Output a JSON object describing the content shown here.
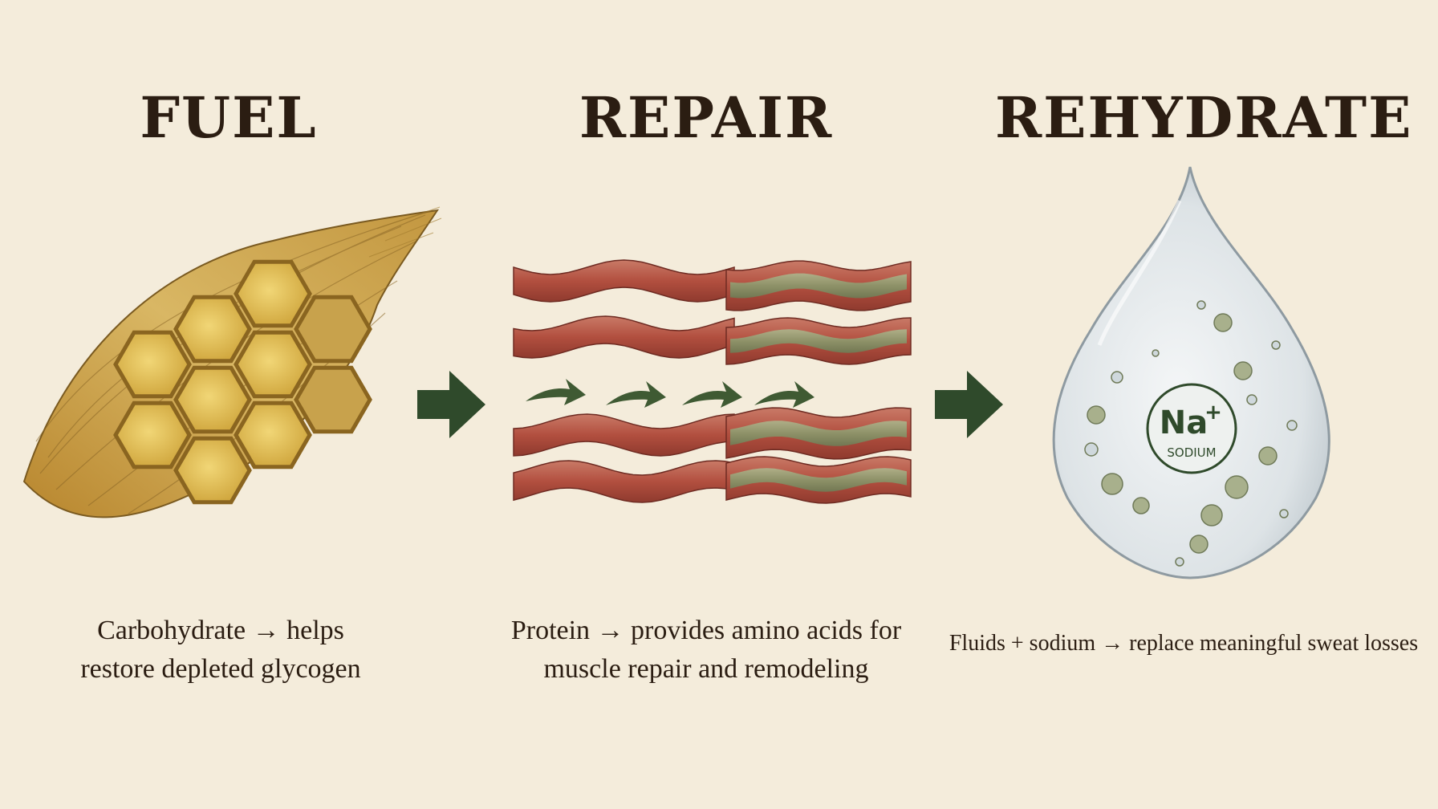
{
  "columns": [
    {
      "title": "FUEL",
      "caption": [
        "Carbohydrate → helps",
        "restore depleted glycogen"
      ],
      "illustration": "muscle-with-glycogen-honeycomb"
    },
    {
      "title": "REPAIR",
      "caption": [
        "Protein → provides amino acids for",
        "muscle repair and remodeling"
      ],
      "illustration": "muscle-fibers-repair"
    },
    {
      "title": "REHYDRATE",
      "caption": [
        "Fluids + sodium → replace meaningful sweat losses"
      ],
      "illustration": "water-drop-sodium"
    }
  ],
  "drop": {
    "ion": "Na",
    "charge": "+",
    "label": "SODIUM"
  },
  "colors": {
    "background": "#f4ecdb",
    "arrow": "#2f4a2b",
    "muscle_gold": "#c9a14a",
    "fiber_red": "#b9604f",
    "fiber_green": "#8f9a6a",
    "drop": "#dfe6ea"
  }
}
